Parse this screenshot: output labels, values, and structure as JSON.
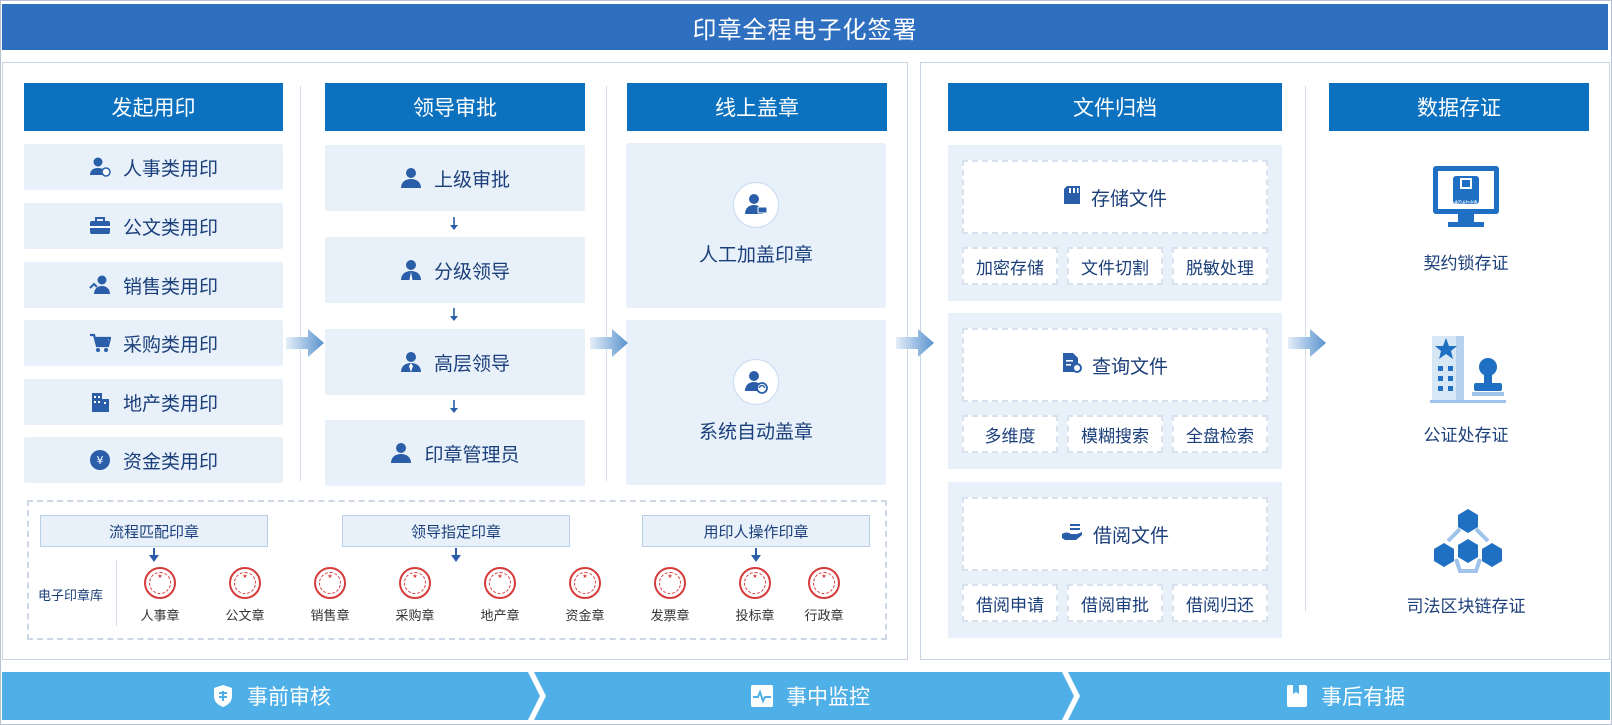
{
  "title": "印章全程电子化签署",
  "columns": {
    "initiate": {
      "header": "发起用印",
      "items": [
        {
          "label": "人事类用印",
          "icon": "person-badge-icon"
        },
        {
          "label": "公文类用印",
          "icon": "briefcase-icon"
        },
        {
          "label": "销售类用印",
          "icon": "sales-person-icon"
        },
        {
          "label": "采购类用印",
          "icon": "cart-icon"
        },
        {
          "label": "地产类用印",
          "icon": "building-icon"
        },
        {
          "label": "资金类用印",
          "icon": "yen-icon"
        }
      ]
    },
    "approval": {
      "header": "领导审批",
      "steps": [
        {
          "label": "上级审批",
          "icon": "user-icon"
        },
        {
          "label": "分级领导",
          "icon": "user-icon"
        },
        {
          "label": "高层领导",
          "icon": "user-tie-icon"
        },
        {
          "label": "印章管理员",
          "icon": "user-icon"
        }
      ]
    },
    "stamping": {
      "header": "线上盖章",
      "blocks": [
        {
          "label": "人工加盖印章",
          "icon": "stamp-hand-icon"
        },
        {
          "label": "系统自动盖章",
          "icon": "stamp-auto-icon"
        }
      ]
    },
    "archive": {
      "header": "文件归档",
      "groups": [
        {
          "title": "存储文件",
          "icon": "storage-card-icon",
          "subs": [
            "加密存储",
            "文件切割",
            "脱敏处理"
          ]
        },
        {
          "title": "查询文件",
          "icon": "file-search-icon",
          "subs": [
            "多维度",
            "模糊搜索",
            "全盘检索"
          ]
        },
        {
          "title": "借阅文件",
          "icon": "hand-give-icon",
          "subs": [
            "借阅申请",
            "借阅审批",
            "借阅归还"
          ]
        }
      ]
    },
    "evidence": {
      "header": "数据存证",
      "items": [
        {
          "label": "契约锁存证",
          "icon": "monitor-icon",
          "screen_text": "契约锁"
        },
        {
          "label": "公证处存证",
          "icon": "notary-building-icon"
        },
        {
          "label": "司法区块链存证",
          "icon": "blockchain-icon"
        }
      ]
    }
  },
  "seal_library": {
    "label": "电子印章库",
    "modes": [
      "流程匹配印章",
      "领导指定印章",
      "用印人操作印章"
    ],
    "seals": [
      {
        "name": "人事章",
        "text": "人事章"
      },
      {
        "name": "公文章",
        "text": "公文章"
      },
      {
        "name": "销售章",
        "text": "销售章"
      },
      {
        "name": "采购章",
        "text": "采购章"
      },
      {
        "name": "地产章",
        "text": "地产章"
      },
      {
        "name": "资金章",
        "text": "资金章"
      },
      {
        "name": "发票章",
        "text": "发票章"
      },
      {
        "name": "投标章",
        "text": "投标章"
      },
      {
        "name": "行政章",
        "text": "行政章"
      }
    ]
  },
  "footer": [
    {
      "label": "事前审核",
      "icon": "shield-icon"
    },
    {
      "label": "事中监控",
      "icon": "pulse-icon"
    },
    {
      "label": "事后有据",
      "icon": "bookmark-icon"
    }
  ],
  "colors": {
    "title_bg": "#2f6fc0",
    "header_bg": "#0c72c0",
    "item_bg": "#e8f1fa",
    "footer_bg": "#4fb0e8",
    "seal_red": "#d63b3b",
    "text": "#1b3f7a"
  }
}
